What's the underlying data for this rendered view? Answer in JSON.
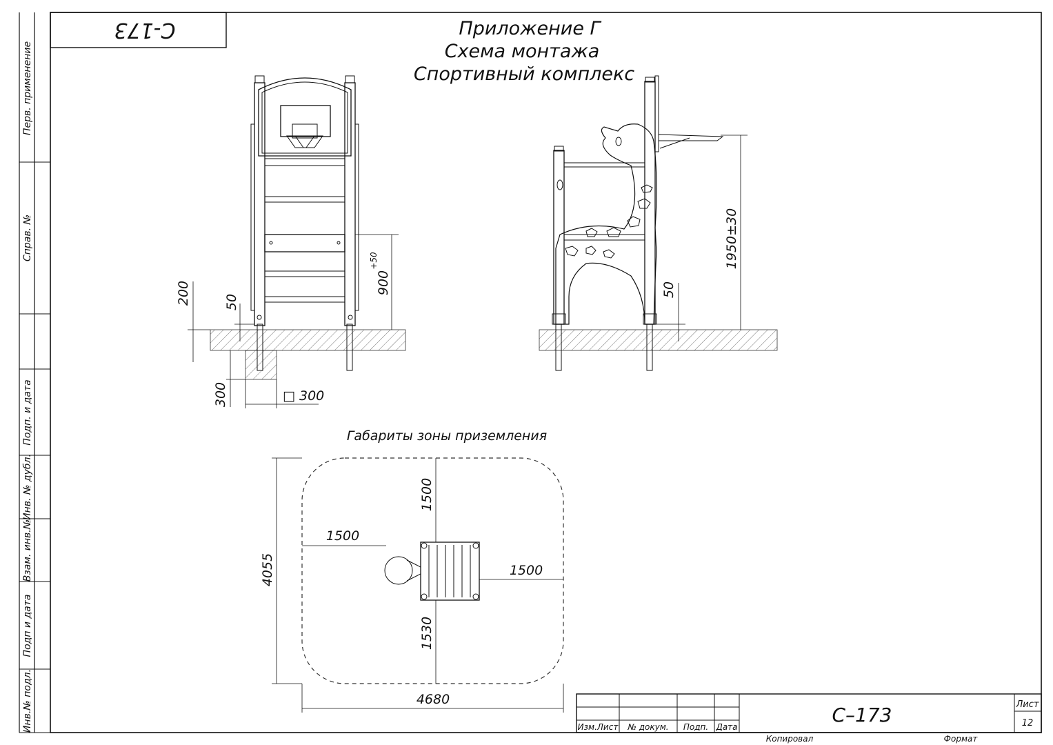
{
  "stamp_code": "C-173",
  "title": {
    "line1": "Приложение Г",
    "line2": "Схема монтажа",
    "line3": "Спортивный комплекс"
  },
  "side_labels": [
    "Перв. применение",
    "Справ. №",
    "Подп. и дата",
    "Инв. № дубл.",
    "Взам. инв.№",
    "Подп и дата",
    "Инв.№ подл."
  ],
  "front_view_dims": {
    "d200": "200",
    "d50": "50",
    "d900": "900",
    "d900_tol": "+50",
    "d300": "300",
    "sq300": "□ 300"
  },
  "side_view_dims": {
    "d1950": "1950±30",
    "d50": "50"
  },
  "landing_zone": {
    "title": "Габариты зоны приземления",
    "top": "1500",
    "left": "1500",
    "right": "1500",
    "bottom": "1530",
    "height": "4055",
    "width": "4680"
  },
  "title_block": {
    "izm_list": "Изм.Лист",
    "n_dokum": "№ докум.",
    "podp": "Подп.",
    "data": "Дата",
    "designation": "С–173",
    "list_label": "Лист",
    "list_value": "12",
    "kopiroval": "Копировал",
    "format": "Формат"
  }
}
